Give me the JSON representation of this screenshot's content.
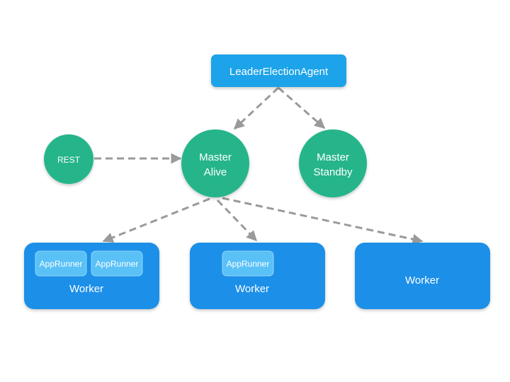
{
  "diagram": {
    "agent": {
      "label": "LeaderElectionAgent"
    },
    "rest": {
      "label": "REST"
    },
    "master_alive": {
      "line1": "Master",
      "line2": "Alive"
    },
    "master_standby": {
      "line1": "Master",
      "line2": "Standby"
    },
    "workers": [
      {
        "label": "Worker",
        "app_runners": [
          "AppRunner",
          "AppRunner"
        ]
      },
      {
        "label": "Worker",
        "app_runners": [
          "AppRunner"
        ]
      },
      {
        "label": "Worker",
        "app_runners": []
      }
    ]
  },
  "colors": {
    "agent_fill": "#1fa3ea",
    "master_fill": "#27b58b",
    "worker_fill": "#1f8fe8",
    "app_runner_fill": "#5ac1f7",
    "arrow": "#9a9a9a",
    "text": "#ffffff"
  }
}
